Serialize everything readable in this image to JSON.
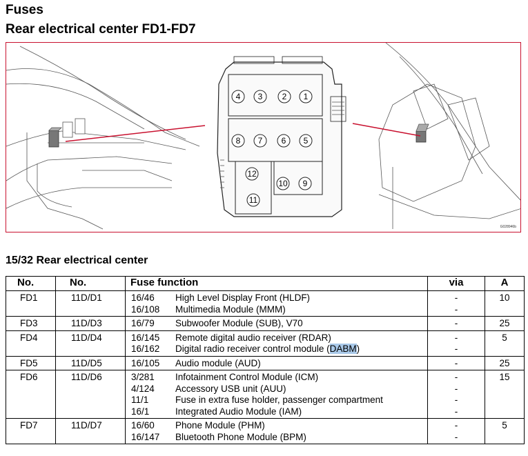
{
  "page": {
    "title": "Fuses",
    "subtitle": "Rear electrical center FD1-FD7",
    "figure_code": "G028946b",
    "section_title": "15/32 Rear electrical center"
  },
  "diagram": {
    "fuse_numbers": [
      "4",
      "3",
      "2",
      "1",
      "8",
      "7",
      "6",
      "5",
      "12",
      "10",
      "9",
      "11"
    ]
  },
  "table": {
    "headers": {
      "no1": "No.",
      "no2": "No.",
      "function": "Fuse function",
      "via": "via",
      "a": "A"
    },
    "rows": [
      {
        "no": "FD1",
        "ref": "11D/D1",
        "amp": "10",
        "lines": [
          {
            "code": "16/46",
            "text": "High Level Display Front (HLDF)",
            "via": "-"
          },
          {
            "code": "16/108",
            "text": "Multimedia Module (MMM)",
            "via": "-"
          }
        ]
      },
      {
        "no": "FD3",
        "ref": "11D/D3",
        "amp": "25",
        "lines": [
          {
            "code": "16/79",
            "text": "Subwoofer Module (SUB), V70",
            "via": "-"
          }
        ]
      },
      {
        "no": "FD4",
        "ref": "11D/D4",
        "amp": "5",
        "lines": [
          {
            "code": "16/145",
            "text": "Remote digital audio receiver (RDAR)",
            "via": "-"
          },
          {
            "code": "16/162",
            "text": "Digital radio receiver control module (",
            "highlight": "DABM",
            "after": ")",
            "via": "-"
          }
        ]
      },
      {
        "no": "FD5",
        "ref": "11D/D5",
        "amp": "25",
        "lines": [
          {
            "code": "16/105",
            "text": "Audio module (AUD)",
            "via": "-"
          }
        ]
      },
      {
        "no": "FD6",
        "ref": "11D/D6",
        "amp": "15",
        "lines": [
          {
            "code": "3/281",
            "text": "Infotainment Control Module (ICM)",
            "via": "-"
          },
          {
            "code": "4/124",
            "text": "Accessory USB unit (AUU)",
            "via": "-"
          },
          {
            "code": "11/1",
            "text": "Fuse in extra fuse holder, passenger compartment",
            "via": "-"
          },
          {
            "code": "16/1",
            "text": "Integrated Audio Module (IAM)",
            "via": "-"
          }
        ]
      },
      {
        "no": "FD7",
        "ref": "11D/D7",
        "amp": "5",
        "lines": [
          {
            "code": "16/60",
            "text": "Phone Module (PHM)",
            "via": "-"
          },
          {
            "code": "16/147",
            "text": "Bluetooth Phone Module (BPM)",
            "via": "-"
          }
        ]
      }
    ]
  }
}
